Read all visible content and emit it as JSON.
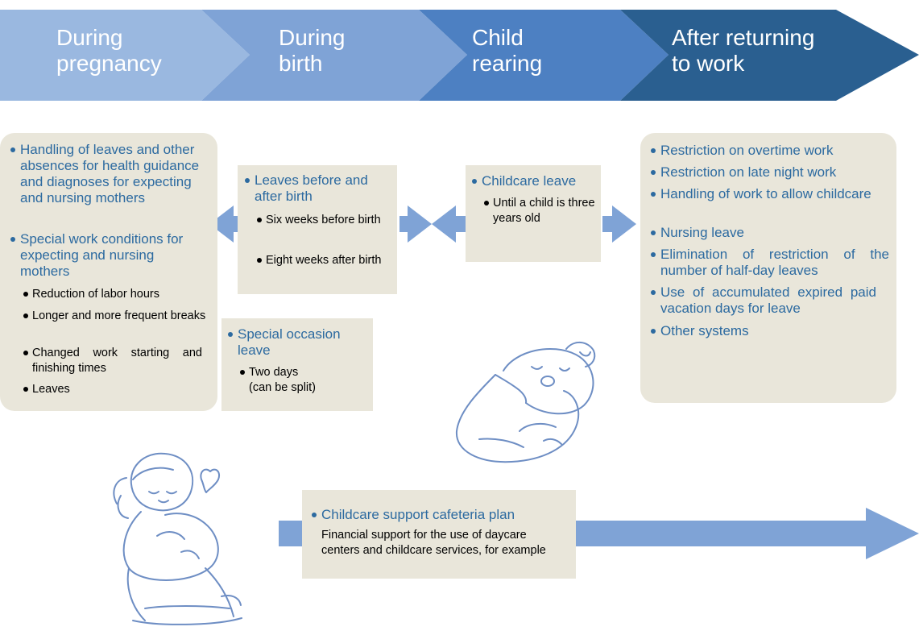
{
  "stages": [
    {
      "label": "During\npregnancy"
    },
    {
      "label": "During\nbirth"
    },
    {
      "label": "Child\nrearing"
    },
    {
      "label": "After returning\nto work"
    }
  ],
  "stage_colors": [
    "#9ab8e0",
    "#7fa3d6",
    "#4d80c2",
    "#2a5f90"
  ],
  "pregnancy_box": {
    "items": [
      "Handling of leaves and other absences for health guidance and diagnoses for expecting and nursing mothers",
      "Special work conditions for expecting and nursing mothers"
    ],
    "subitems": [
      "Reduction of labor hours",
      "Longer and more frequent breaks",
      "Changed work starting and finishing times",
      "Leaves"
    ]
  },
  "birth_box": {
    "title": "Leaves before and after birth",
    "subitems": [
      "Six weeks before birth",
      "Eight weeks after birth"
    ]
  },
  "special_box": {
    "title": "Special occasion leave",
    "subitem": "Two days\n(can be split)"
  },
  "childcare_box": {
    "title": "Childcare leave",
    "subitem": "Until a child is three years old"
  },
  "return_box": {
    "items": [
      "Restriction on overtime work",
      "Restriction on late night work",
      "Handling of work to allow childcare",
      "Nursing leave",
      "Elimination of restriction of the number of half-day leaves",
      "Use of accumulated expired paid vacation days for leave",
      "Other systems"
    ]
  },
  "cafeteria_box": {
    "title": "Childcare support cafeteria plan",
    "desc": "Financial support for the use of daycare centers and childcare services, for example"
  },
  "colors": {
    "accent_text": "#2c6aa0",
    "box_fill": "#e9e6da",
    "arrow": "#7fa3d6"
  }
}
